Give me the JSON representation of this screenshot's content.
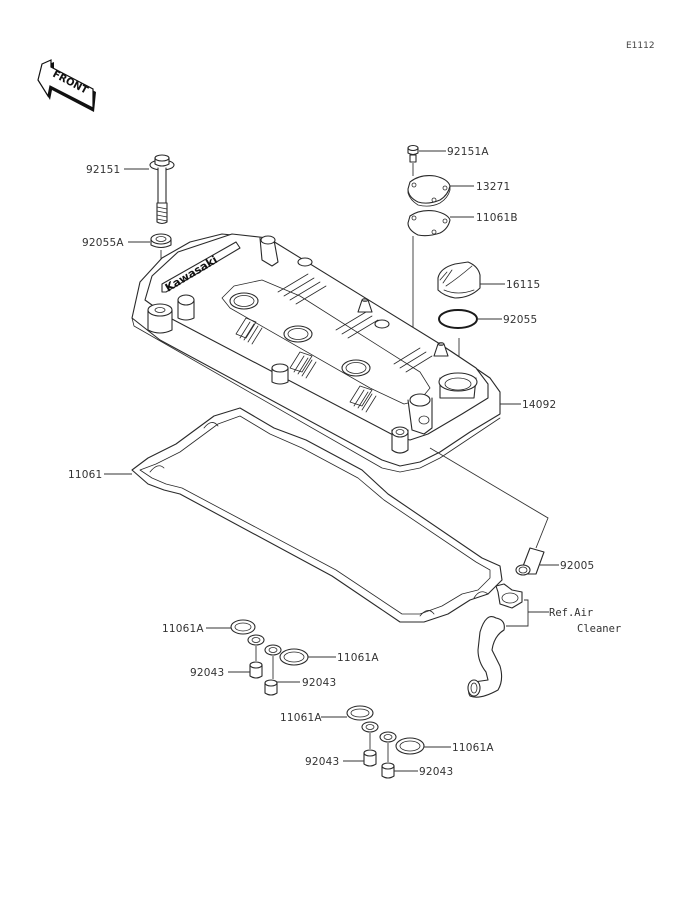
{
  "diagram": {
    "code": "E1112",
    "front_label": "FRONT",
    "brand_text": "Kawasaki",
    "ref_line1": "Ref.Air",
    "ref_line2": "Cleaner",
    "parts": [
      {
        "id": "92151",
        "label": "92151",
        "desc": "bolt"
      },
      {
        "id": "92055A",
        "label": "92055A",
        "desc": "bolt seal washer"
      },
      {
        "id": "92151A",
        "label": "92151A",
        "desc": "small bolt"
      },
      {
        "id": "13271",
        "label": "13271",
        "desc": "plate cover"
      },
      {
        "id": "11061B",
        "label": "11061B",
        "desc": "plate gasket"
      },
      {
        "id": "16115",
        "label": "16115",
        "desc": "oil filler cap"
      },
      {
        "id": "92055",
        "label": "92055",
        "desc": "o-ring"
      },
      {
        "id": "14092",
        "label": "14092",
        "desc": "cylinder head cover"
      },
      {
        "id": "11061",
        "label": "11061",
        "desc": "head cover gasket"
      },
      {
        "id": "92005",
        "label": "92005",
        "desc": "fitting"
      },
      {
        "id": "11061A-1",
        "label": "11061A",
        "desc": "gasket"
      },
      {
        "id": "11061A-2",
        "label": "11061A",
        "desc": "gasket"
      },
      {
        "id": "92043-1",
        "label": "92043",
        "desc": "pin"
      },
      {
        "id": "92043-2",
        "label": "92043",
        "desc": "pin"
      },
      {
        "id": "11061A-3",
        "label": "11061A",
        "desc": "gasket"
      },
      {
        "id": "11061A-4",
        "label": "11061A",
        "desc": "gasket"
      },
      {
        "id": "92043-3",
        "label": "92043",
        "desc": "pin"
      },
      {
        "id": "92043-4",
        "label": "92043",
        "desc": "pin"
      }
    ]
  }
}
